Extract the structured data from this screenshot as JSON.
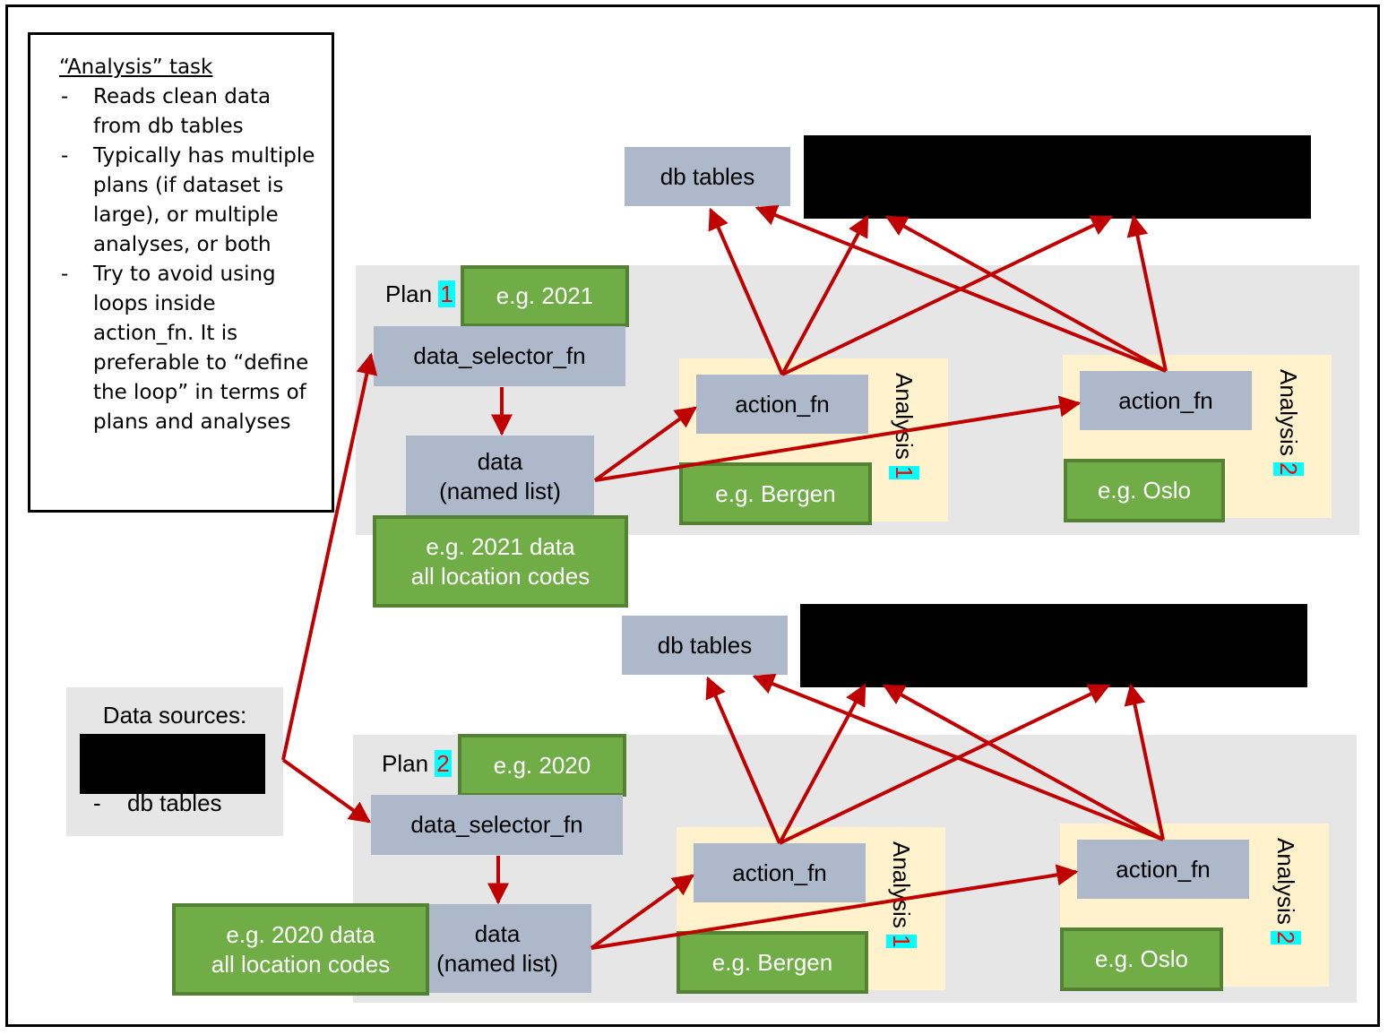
{
  "note": {
    "title": "“Analysis” task",
    "bullets": [
      "Reads clean data from db tables",
      "Typically has multiple plans (if dataset is large), or multiple analyses, or both",
      "Try to avoid using loops inside action_fn. It is preferable to “define the loop” in terms of plans and analyses"
    ]
  },
  "sources": {
    "title": "Data sources:",
    "dash": "-",
    "item": "db tables"
  },
  "plan1": {
    "label": "Plan",
    "number": "1",
    "example": "e.g. 2021",
    "selector": "data_selector_fn",
    "data_line1": "data",
    "data_line2": "(named list)",
    "data_example_line1": "e.g. 2021 data",
    "data_example_line2": "all location codes",
    "db_tables": "db tables",
    "analysis1": {
      "label": "Analysis",
      "number": "1",
      "action": "action_fn",
      "example": "e.g. Bergen"
    },
    "analysis2": {
      "label": "Analysis",
      "number": "2",
      "action": "action_fn",
      "example": "e.g. Oslo"
    }
  },
  "plan2": {
    "label": "Plan",
    "number": "2",
    "example": "e.g. 2020",
    "selector": "data_selector_fn",
    "data_line1": "data",
    "data_line2": "(named list)",
    "data_example_line1": "e.g. 2020 data",
    "data_example_line2": "all location codes",
    "db_tables": "db tables",
    "analysis1": {
      "label": "Analysis",
      "number": "1",
      "action": "action_fn",
      "example": "e.g. Bergen"
    },
    "analysis2": {
      "label": "Analysis",
      "number": "2",
      "action": "action_fn",
      "example": "e.g. Oslo"
    }
  },
  "colors": {
    "arrow": "#c00000",
    "gray_box": "#adb9ca",
    "green_box": "#70ad47",
    "green_border": "#548235",
    "plan_background": "#e6e6e6",
    "analysis_background": "#fff2cc",
    "number_highlight": "#00ffff",
    "number_text": "#ff0000"
  }
}
